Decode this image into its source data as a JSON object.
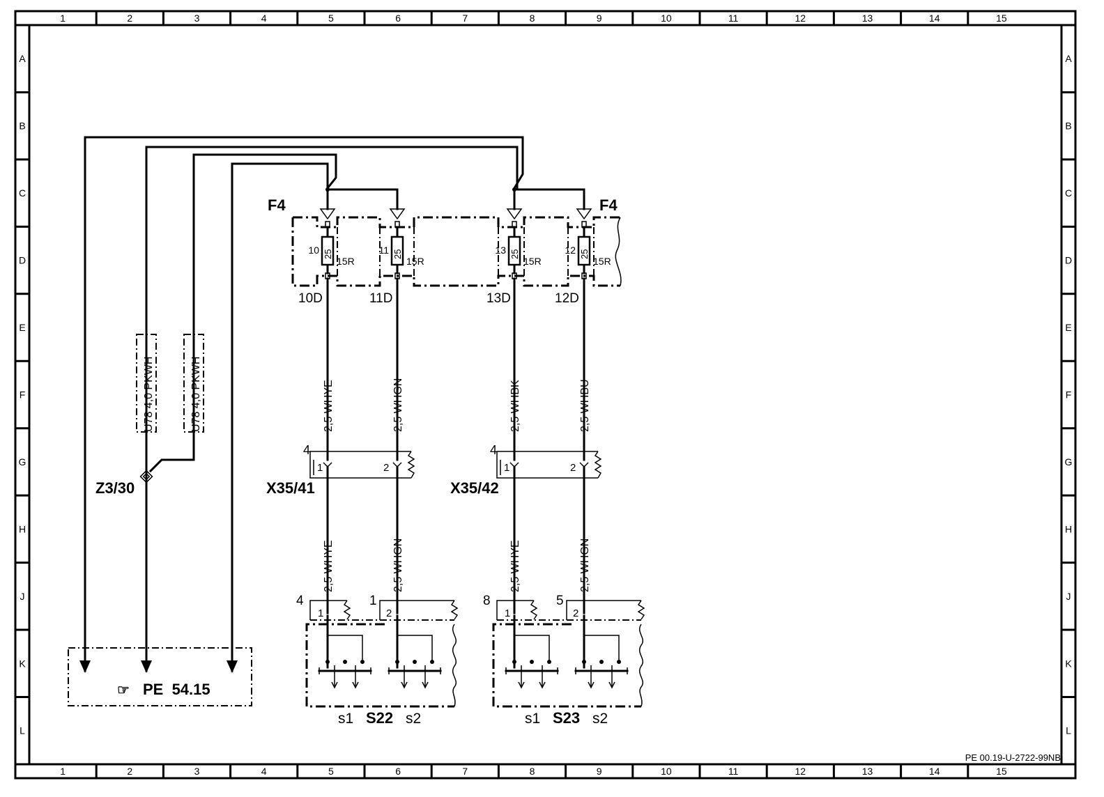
{
  "frame": {
    "columns": [
      "1",
      "2",
      "3",
      "4",
      "5",
      "6",
      "7",
      "8",
      "9",
      "10",
      "11",
      "12",
      "13",
      "14",
      "15"
    ],
    "rows": [
      "A",
      "B",
      "C",
      "D",
      "E",
      "F",
      "G",
      "H",
      "J",
      "K",
      "L"
    ],
    "doc_id": "PE 00.19-U-2722-99NB"
  },
  "fuse_block": {
    "name_left": "F4",
    "name_right": "F4",
    "fuses": [
      {
        "num": "10",
        "rating": "25",
        "type": "15R",
        "zone": "10D"
      },
      {
        "num": "11",
        "rating": "25",
        "type": "15R",
        "zone": "11D"
      },
      {
        "num": "13",
        "rating": "25",
        "type": "15R",
        "zone": "13D"
      },
      {
        "num": "12",
        "rating": "25",
        "type": "15R",
        "zone": "12D"
      }
    ]
  },
  "wires_upper": [
    "2,5 WHYE",
    "2,5 WHGN",
    "2,5 WHBK",
    "2,5 WHBU"
  ],
  "wires_lower": [
    "2,5 WHYE",
    "2,5 WHGN",
    "2,5 WHYE",
    "2,5 WHGN"
  ],
  "harness_labels": [
    "U78 4,0 PKWH",
    "U78 4,0 PKWH"
  ],
  "splice": "Z3/30",
  "connectors": [
    {
      "name": "X35/41",
      "pin_group": "4",
      "pins": [
        "1",
        "2"
      ]
    },
    {
      "name": "X35/42",
      "pin_group": "4",
      "pins": [
        "1",
        "2"
      ]
    }
  ],
  "switches": [
    {
      "name": "S22",
      "pin_left": "4",
      "pin_right": "1",
      "inner_left": "1",
      "inner_right": "2",
      "sub_left": "s1",
      "sub_right": "s2"
    },
    {
      "name": "S23",
      "pin_left": "8",
      "pin_right": "5",
      "inner_left": "1",
      "inner_right": "2",
      "sub_left": "s1",
      "sub_right": "s2"
    }
  ],
  "reference": {
    "symbol": "☞",
    "text": "PE  54.15"
  }
}
